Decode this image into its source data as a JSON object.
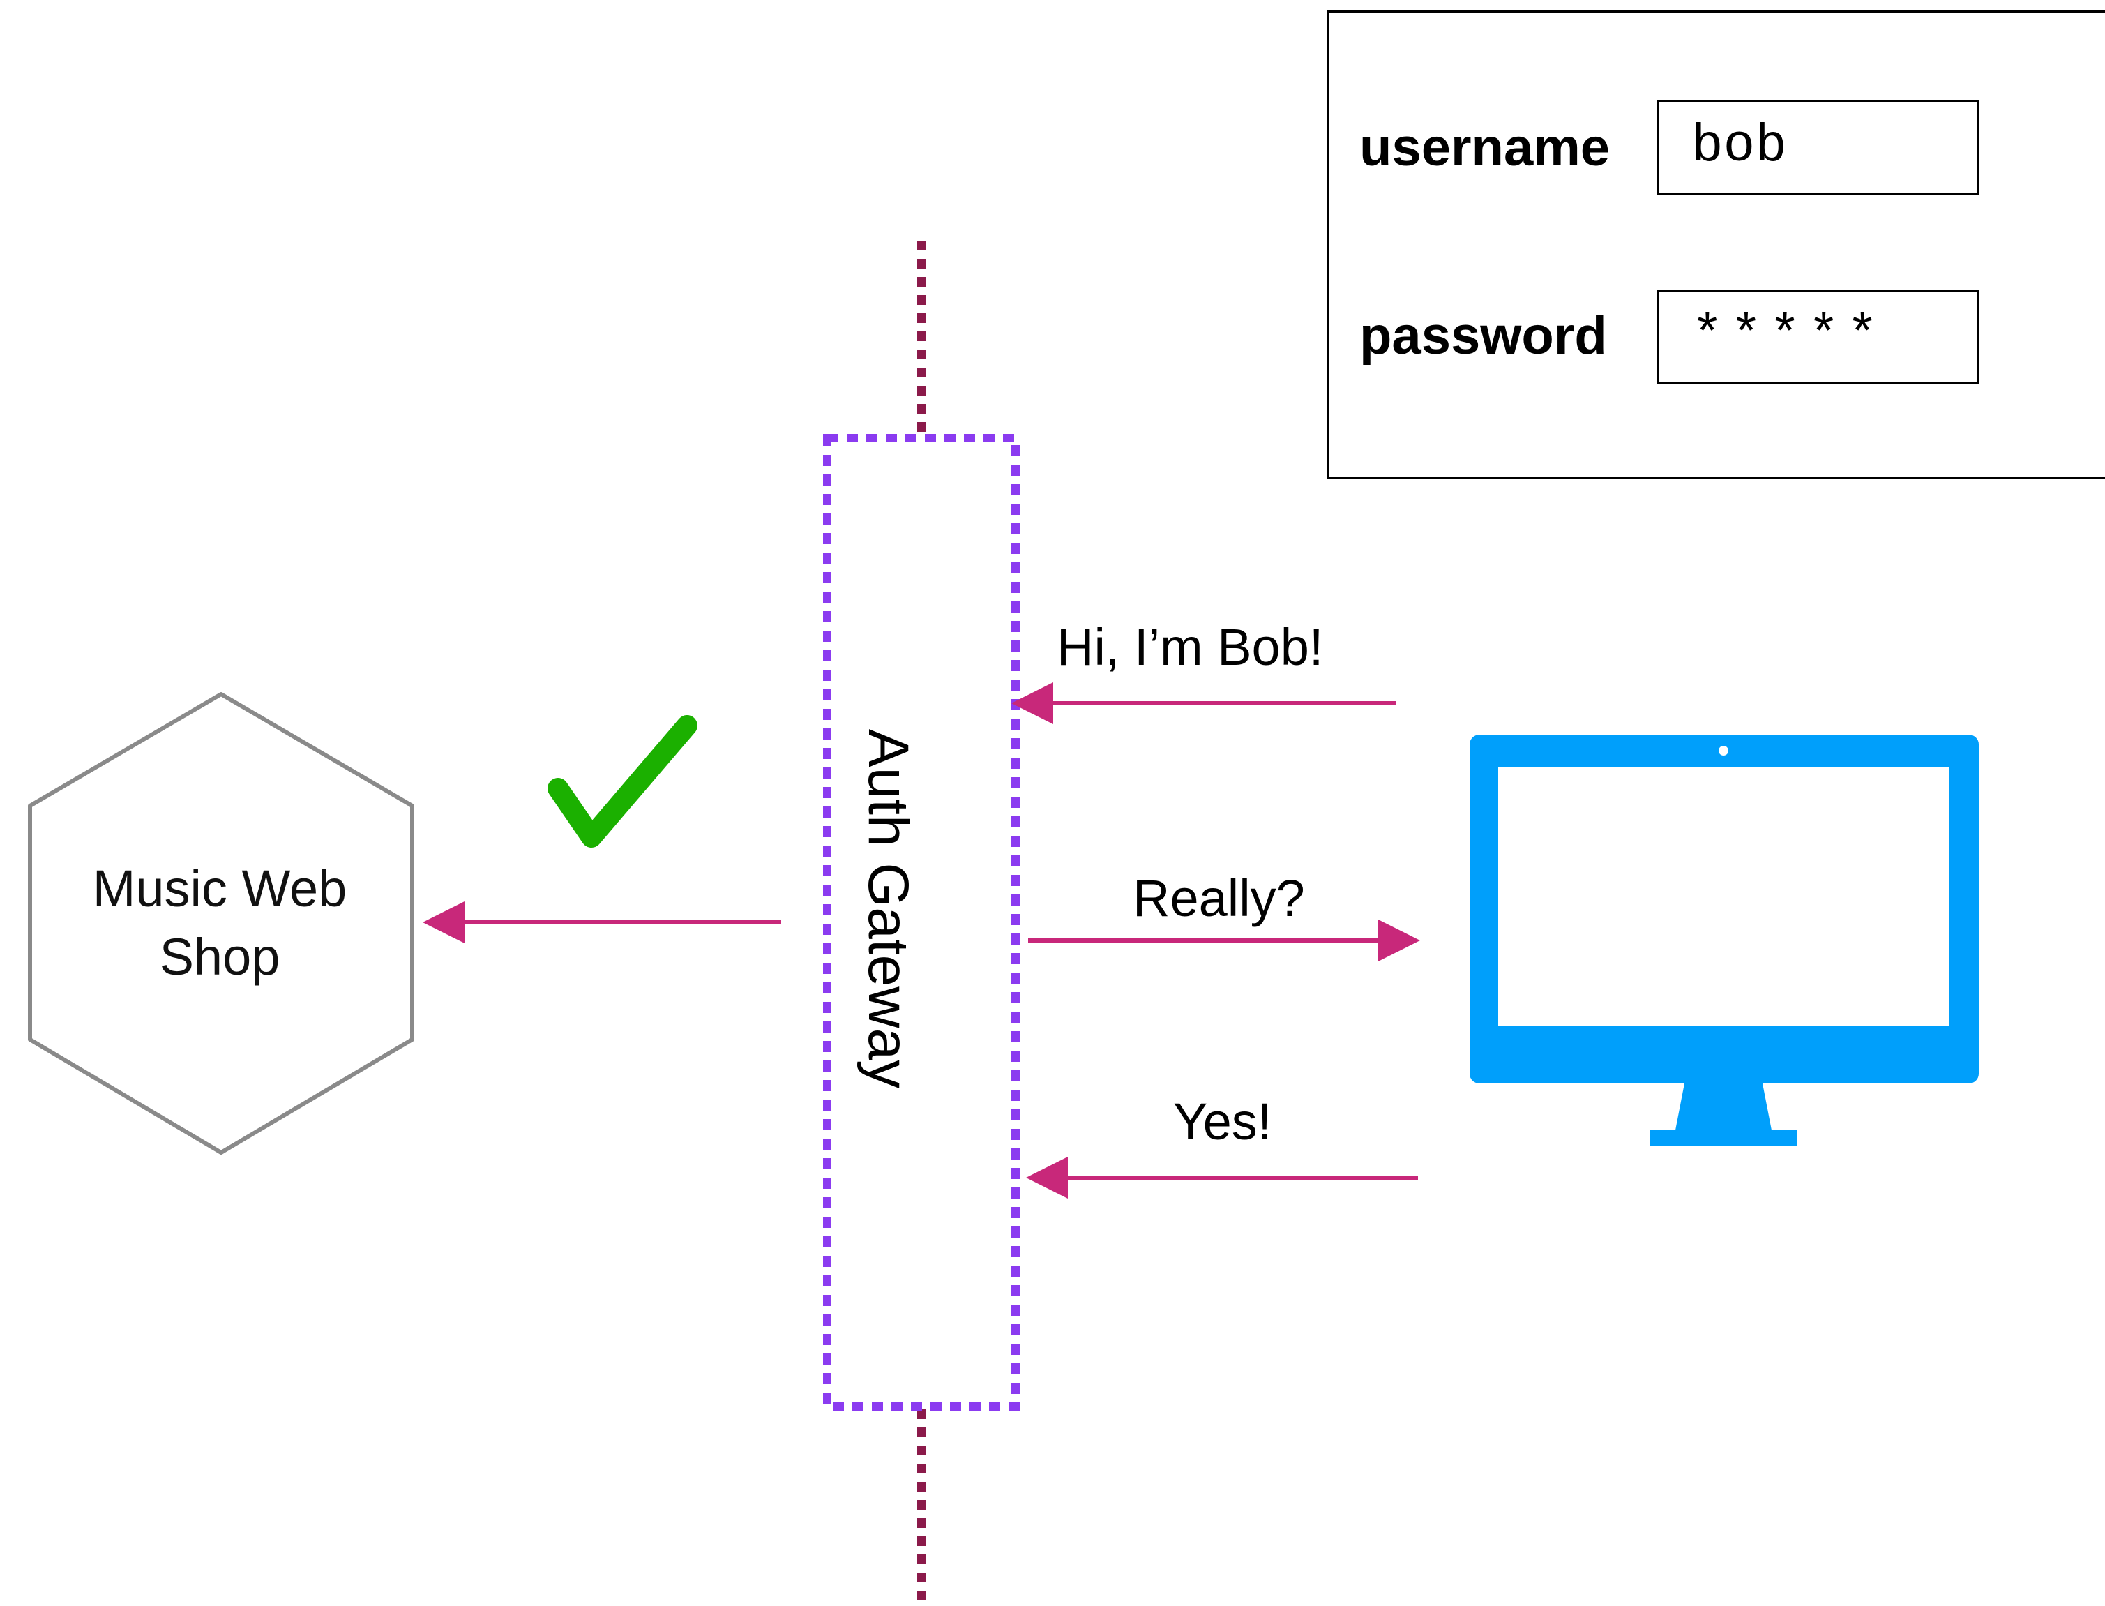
{
  "login_form": {
    "username_label": "username",
    "username_value": "bob",
    "password_label": "password",
    "password_value": "*****"
  },
  "gateway": {
    "label": "Auth Gateway"
  },
  "shop": {
    "label_line1": "Music Web",
    "label_line2": "Shop"
  },
  "messages": {
    "hello": "Hi, I’m Bob!",
    "really": "Really?",
    "yes": "Yes!"
  },
  "colors": {
    "arrow": "#c8287a",
    "gateway_border": "#8b3bf0",
    "network_line": "#8b1a4a",
    "hexagon": "#8a8a8a",
    "computer": "#009ffb",
    "check": "#1bb000"
  },
  "icons": {
    "computer": "desktop-monitor-icon",
    "check": "check-mark-icon",
    "service": "hexagon-service-icon"
  }
}
